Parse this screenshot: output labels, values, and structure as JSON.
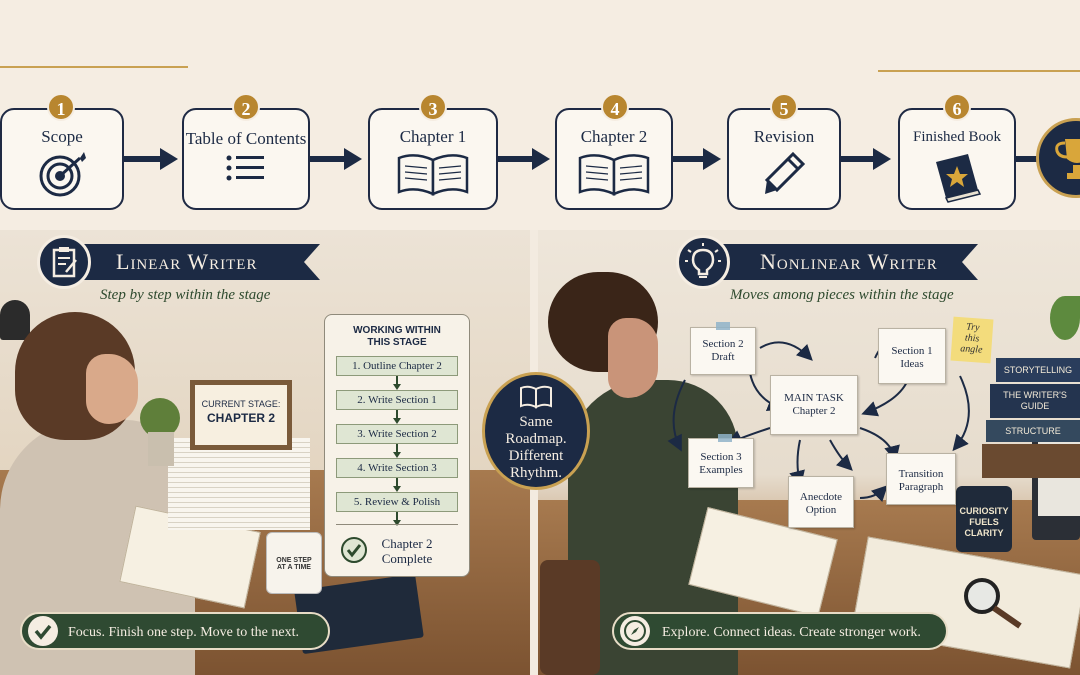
{
  "roadmap": {
    "steps": [
      {
        "number": "1",
        "title": "Scope",
        "icon": "target-icon"
      },
      {
        "number": "2",
        "title": "Table of Contents",
        "icon": "list-icon"
      },
      {
        "number": "3",
        "title": "Chapter 1",
        "icon": "open-book-icon"
      },
      {
        "number": "4",
        "title": "Chapter 2",
        "icon": "open-book-icon"
      },
      {
        "number": "5",
        "title": "Revision",
        "icon": "pencil-icon"
      },
      {
        "number": "6",
        "title": "Finished Book",
        "icon": "star-book-icon"
      }
    ],
    "final_icon": "trophy-icon"
  },
  "linear": {
    "banner": "Linear Writer",
    "subtitle": "Step by step within the stage",
    "icon": "clipboard-icon",
    "stage_frame": {
      "line1": "CURRENT STAGE:",
      "line2": "CHAPTER 2"
    },
    "card": {
      "heading_1": "WORKING WITHIN",
      "heading_2": "THIS STAGE",
      "steps": [
        "1. Outline Chapter 2",
        "2. Write Section 1",
        "3. Write Section 2",
        "4. Write Section 3",
        "5. Review & Polish"
      ],
      "complete_1": "Chapter 2",
      "complete_2": "Complete"
    },
    "mug_1": "ONE STEP",
    "mug_2": "AT A TIME",
    "footer": "Focus. Finish one step. Move to the next."
  },
  "center": {
    "line1": "Same",
    "line2": "Roadmap.",
    "line3": "Different",
    "line4": "Rhythm.",
    "icon": "book-icon"
  },
  "nonlinear": {
    "banner": "Nonlinear Writer",
    "subtitle": "Moves among pieces within the stage",
    "icon": "lightbulb-icon",
    "notes": {
      "section2_1": "Section 2",
      "section2_2": "Draft",
      "section1_1": "Section 1",
      "section1_2": "Ideas",
      "main_1": "MAIN TASK",
      "main_2": "Chapter 2",
      "section3_1": "Section 3",
      "section3_2": "Examples",
      "transition_1": "Transition",
      "transition_2": "Paragraph",
      "anecdote_1": "Anecdote",
      "anecdote_2": "Option",
      "sticky_1": "Try",
      "sticky_2": "this",
      "sticky_3": "angle"
    },
    "books": [
      "STORYTELLING",
      "THE WRITER'S",
      "GUIDE",
      "STRUCTURE"
    ],
    "mug_1": "CURIOSITY",
    "mug_2": "FUELS",
    "mug_3": "CLARITY",
    "footer": "Explore. Connect ideas. Create stronger work."
  },
  "colors": {
    "navy": "#1c2a44",
    "gold": "#b8862f",
    "green": "#2f4a32",
    "cream": "#f5ede2"
  }
}
